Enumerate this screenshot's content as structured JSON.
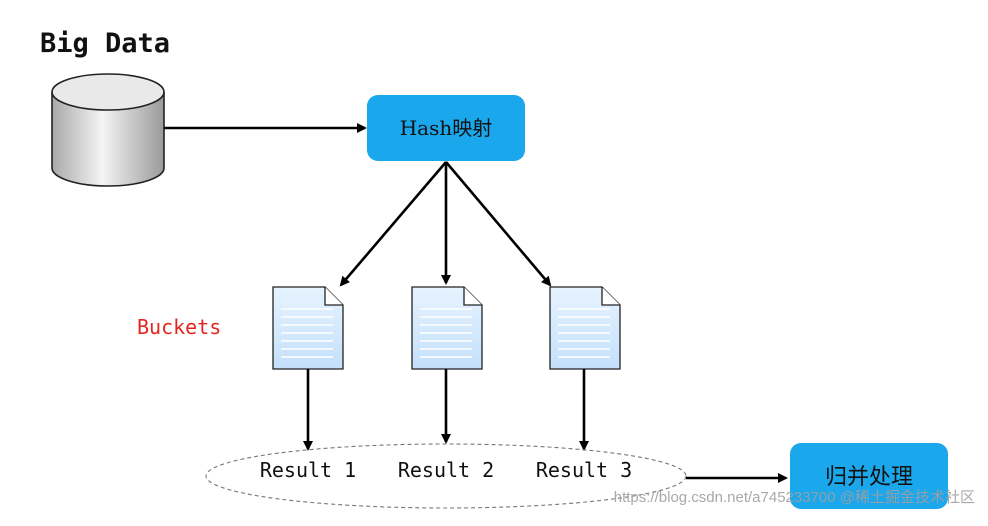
{
  "title": "Big Data",
  "hash_node": {
    "label": "Hash映射",
    "color": "#1AA7EC"
  },
  "buckets_label": {
    "text": "Buckets",
    "color": "#E5261F"
  },
  "buckets": [
    {
      "icon": "document-icon"
    },
    {
      "icon": "document-icon"
    },
    {
      "icon": "document-icon"
    }
  ],
  "results": [
    {
      "label": "Result 1"
    },
    {
      "label": "Result 2"
    },
    {
      "label": "Result 3"
    }
  ],
  "merge_node": {
    "label": "归并处理",
    "color": "#1AA7EC"
  },
  "watermark": "https://blog.csdn.net/a745233700  @稀土掘金技术社区",
  "database_icon": "database-icon"
}
